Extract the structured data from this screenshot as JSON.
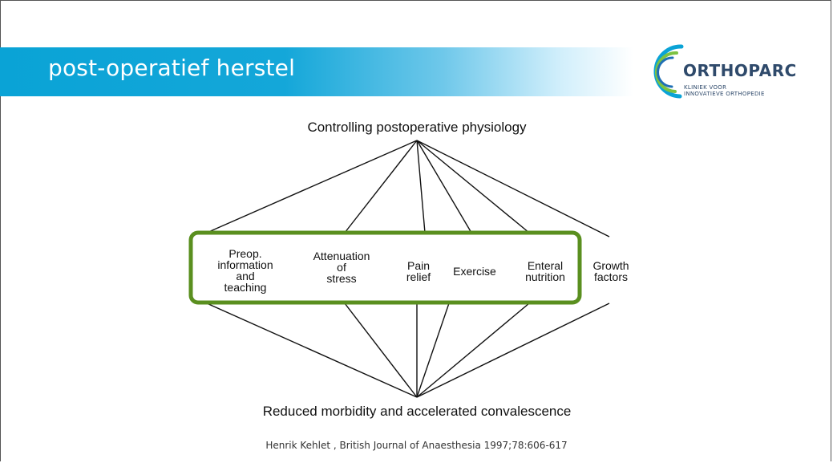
{
  "slide": {
    "title": "post-operatief herstel",
    "logo": {
      "name": "ORTHOPARC",
      "tagline_line1": "KLINIEK VOOR",
      "tagline_line2": "INNOVATIEVE ORTHOPEDIE"
    },
    "citation": "Henrik Kehlet , British Journal of Anaesthesia 1997;78:606-617"
  },
  "diagram": {
    "top_node": "Controlling postoperative physiology",
    "bottom_node": "Reduced morbidity and accelerated convalescence",
    "factors": [
      {
        "lines": [
          "Preop.",
          "information",
          "and",
          "teaching"
        ]
      },
      {
        "lines": [
          "Attenuation",
          "of",
          "stress"
        ]
      },
      {
        "lines": [
          "Pain",
          "relief"
        ]
      },
      {
        "lines": [
          "Exercise"
        ]
      },
      {
        "lines": [
          "Enteral",
          "nutrition"
        ]
      },
      {
        "lines": [
          "Growth",
          "factors"
        ]
      }
    ],
    "highlight_color": "#5a8f1f",
    "line_color": "#111111"
  }
}
